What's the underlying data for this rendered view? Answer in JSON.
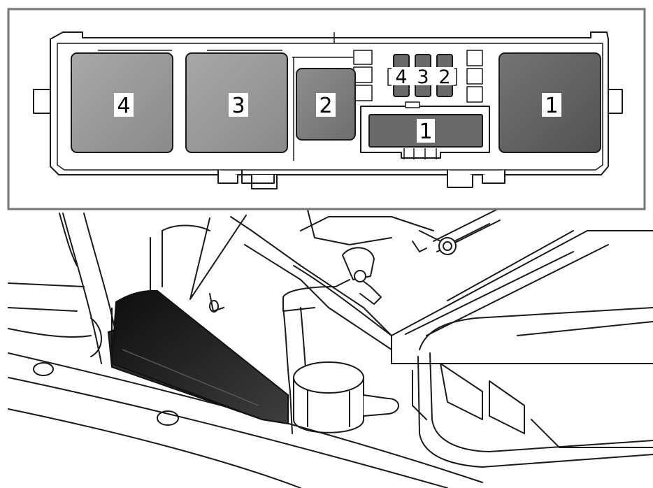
{
  "diagram": {
    "relays": [
      {
        "label": "4"
      },
      {
        "label": "3"
      },
      {
        "label": "2"
      },
      {
        "label": "1"
      }
    ],
    "fuse_labels": [
      "4",
      "3",
      "2"
    ],
    "center_label": "1",
    "colors": {
      "relay_light": "#9c9c9c",
      "relay_dark": "#5f5f5f",
      "box_top": "#1e1e1e",
      "box_side": "#3c3c3c",
      "outline": "#1a1a1a",
      "inset_border": "#777777"
    }
  }
}
